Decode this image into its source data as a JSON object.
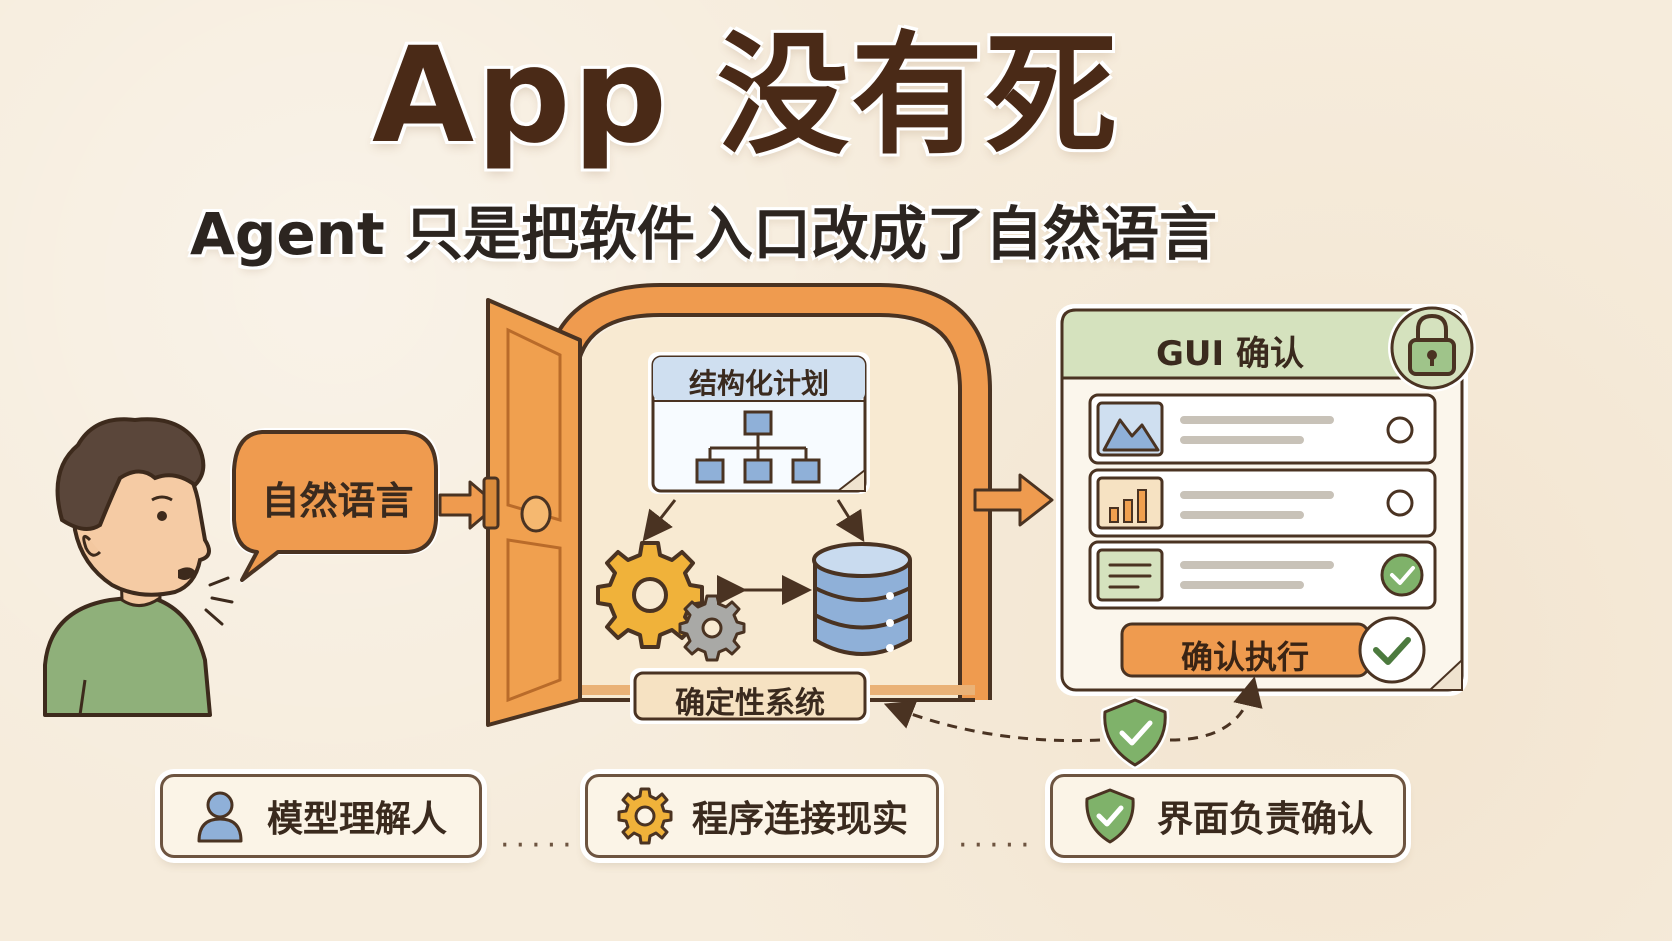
{
  "title": "App 没有死",
  "subtitle": "Agent 只是把软件入口改成了自然语言",
  "speech_bubble": "自然语言",
  "plan_card": "结构化计划",
  "deterministic_label": "确定性系统",
  "gui_panel": {
    "header": "GUI 确认",
    "confirm_button": "确认执行"
  },
  "bottom": [
    {
      "label": "模型理解人",
      "icon": "user-icon"
    },
    {
      "label": "程序连接现实",
      "icon": "gear-icon"
    },
    {
      "label": "界面负责确认",
      "icon": "shield-check-icon"
    }
  ],
  "bottom_separator": "·····",
  "colors": {
    "orange": "#ef9b4f",
    "brown": "#4a2a17",
    "green": "#8fb57c",
    "blue": "#8fb0d8"
  }
}
